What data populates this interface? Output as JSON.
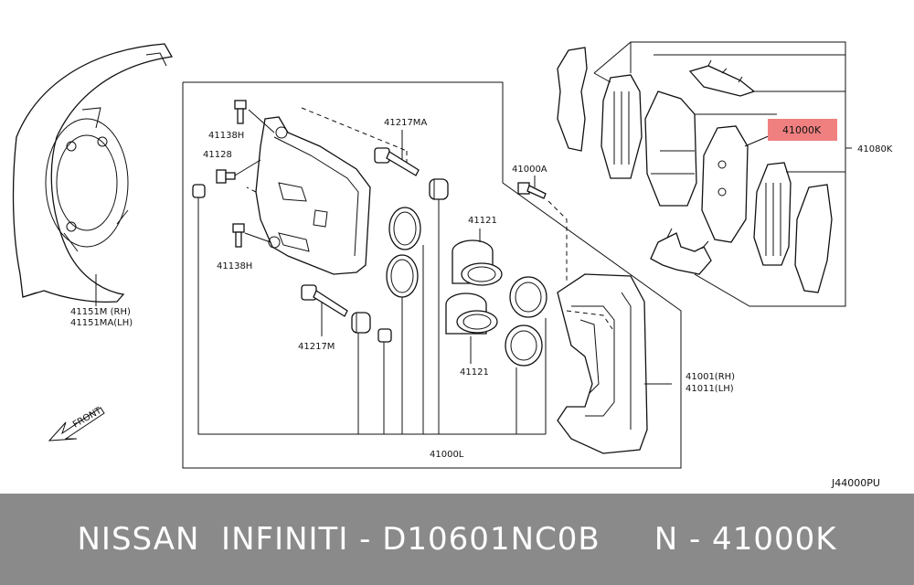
{
  "diagram": {
    "labels": {
      "shield_rh": "41151M  (RH)",
      "shield_lh": "41151MA(LH)",
      "bolt_41138h_top": "41138H",
      "bleeder_41128": "41128",
      "bolt_41138h_bottom": "41138H",
      "pin_41217ma": "41217MA",
      "pin_41217m": "41217M",
      "bolt_41000a": "41000A",
      "piston_41121_top": "41121",
      "piston_41121_bottom": "41121",
      "caliper_assy": "41000L",
      "bracket_rh": "41001(RH)",
      "bracket_lh": "41011(LH)",
      "pad_kit": "41000K",
      "pad_kit_assy": "41080K",
      "front": "FRONT",
      "drawing_code": "J44000PU"
    },
    "highlight_color": "#f08080"
  },
  "footer": {
    "text": "NISSAN  INFINITI - D10601NC0B     N - 41000K",
    "background": "#8a8a8a"
  }
}
